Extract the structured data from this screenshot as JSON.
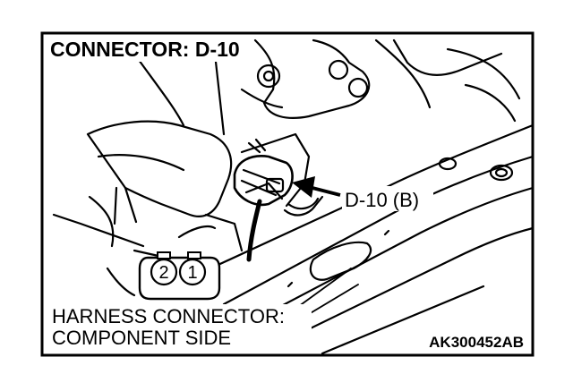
{
  "title": "CONNECTOR: D-10",
  "callout": "D-10 (B)",
  "harness_line1": "HARNESS CONNECTOR:",
  "harness_line2": "COMPONENT SIDE",
  "pins": [
    "2",
    "1"
  ],
  "figure_code": "AK300452AB",
  "colors": {
    "ink": "#000000",
    "paper": "#ffffff"
  }
}
